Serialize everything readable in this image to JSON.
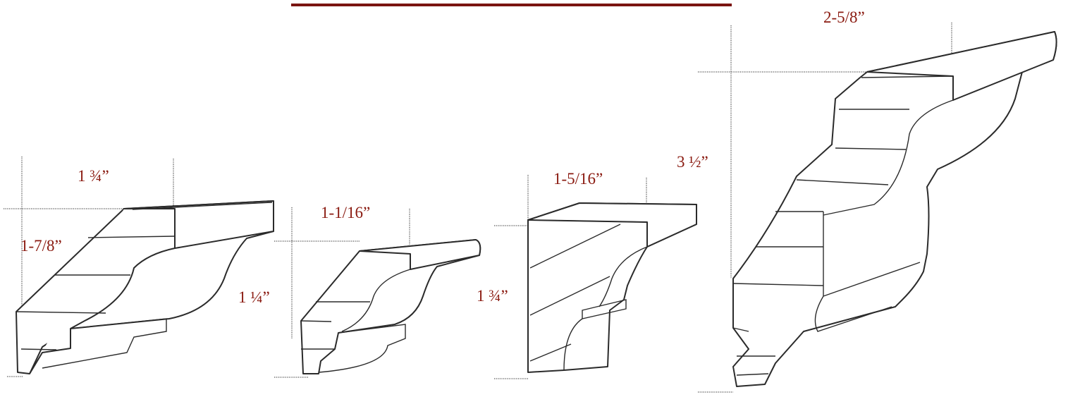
{
  "accent_color": "#8a1a10",
  "profiles": [
    {
      "id": "profile-1",
      "width_label": "1 ¾”",
      "height_label": "1-7/8”"
    },
    {
      "id": "profile-2",
      "width_label": "1-1/16”",
      "height_label": "1 ¼”"
    },
    {
      "id": "profile-3",
      "width_label": "1-5/16”",
      "height_label": "1 ¾”"
    },
    {
      "id": "profile-4",
      "width_label": "2-5/8”",
      "height_label": "3 ½”"
    }
  ]
}
